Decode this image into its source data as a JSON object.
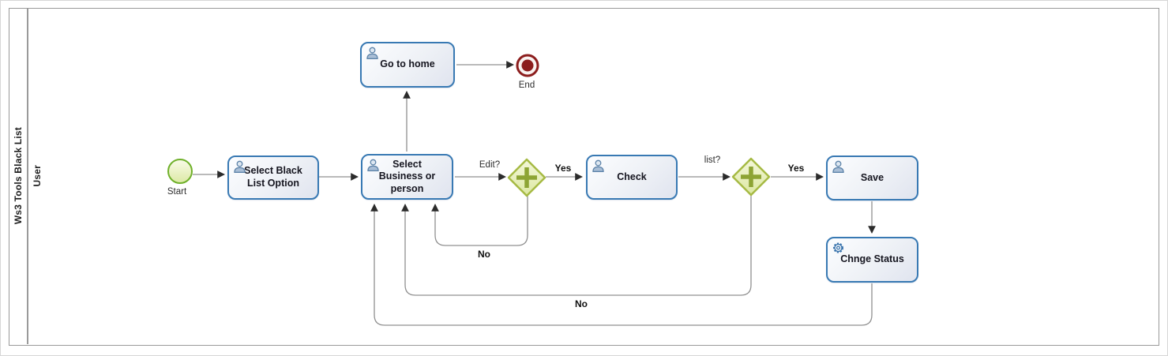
{
  "pool": {
    "title": "Ws3 Tools Black List",
    "lane": "User"
  },
  "events": {
    "start": {
      "label": "Start"
    },
    "end": {
      "label": "End"
    }
  },
  "tasks": {
    "select_black_list": {
      "label": "Select Black List Option",
      "icon": "user"
    },
    "select_business": {
      "label": "Select Business or person",
      "icon": "user"
    },
    "check": {
      "label": "Check",
      "icon": "user"
    },
    "save": {
      "label": "Save",
      "icon": "user"
    },
    "change_status": {
      "label": "Chnge Status",
      "icon": "service-gear"
    },
    "go_home": {
      "label": "Go to home",
      "icon": "user"
    }
  },
  "gateways": {
    "edit": {
      "question": "Edit?",
      "yes": "Yes",
      "no": "No",
      "type": "parallel"
    },
    "list": {
      "question": "list?",
      "yes": "Yes",
      "no": "No",
      "type": "parallel"
    }
  },
  "colors": {
    "task_border": "#3879b3",
    "gateway_border": "#a6ba44",
    "gateway_plus": "#8da434",
    "start_border": "#6fb02a",
    "end_color": "#8c1d1d",
    "flow_line": "#909090",
    "arrowhead": "#2b2b2b",
    "pool_border": "#9a9a9a"
  }
}
